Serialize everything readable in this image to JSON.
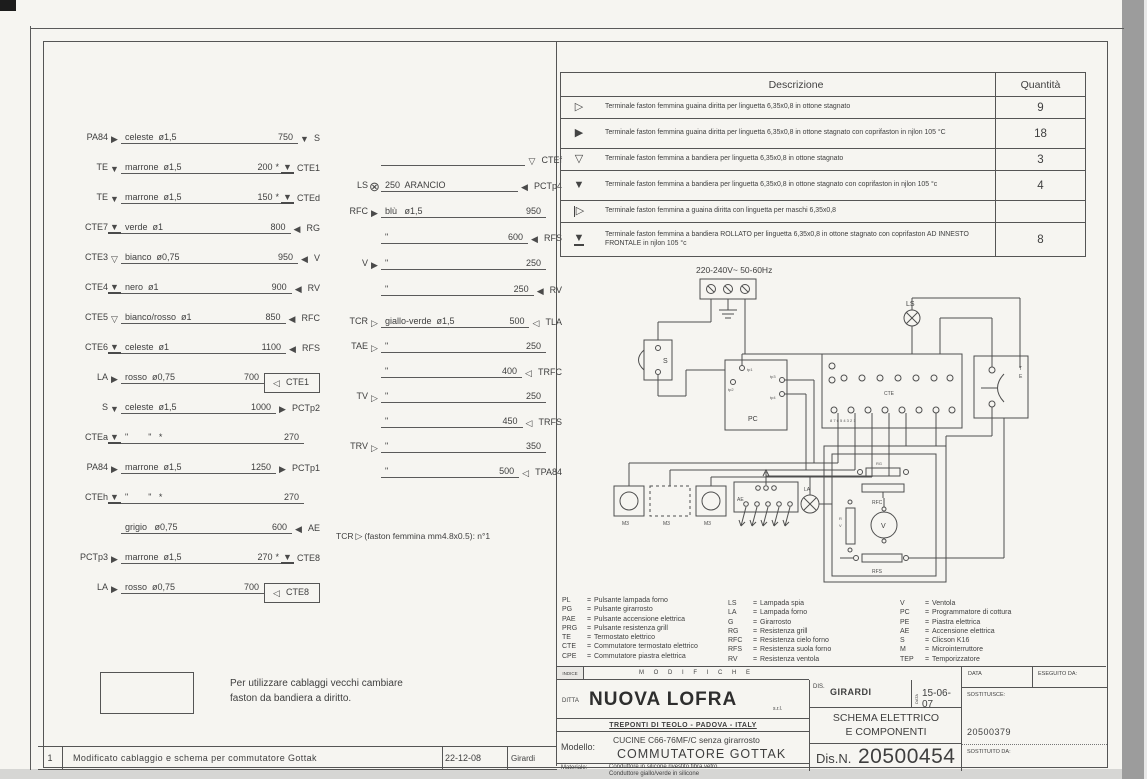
{
  "parts_table": {
    "desc_header": "Descrizione",
    "qty_header": "Quantità",
    "rows": [
      {
        "sym": "▷",
        "cls": "",
        "desc": "Terminale faston femmina guaina diritta per linguetta 6,35x0,8 in ottone stagnato",
        "qty": "9",
        "rcls": "r1"
      },
      {
        "sym": "▶",
        "cls": "",
        "desc": "Terminale faston femmina guaina diritta per linguetta 6,35x0,8 in ottone stagnato con coprifaston in njlon 105 °C",
        "qty": "18",
        "rcls": "r2"
      },
      {
        "sym": "▽",
        "cls": "",
        "desc": "Terminale faston femmina a bandiera per linguetta 6,35x0,8 in ottone stagnato",
        "qty": "3",
        "rcls": "r3"
      },
      {
        "sym": "▼",
        "cls": "",
        "desc": "Terminale faston femmina a bandiera per linguetta 6,35x0,8 in ottone stagnato con coprifaston in njlon 105 °c",
        "qty": "4",
        "rcls": "r4"
      },
      {
        "sym": "▷",
        "cls": "bar",
        "desc": "Terminale faston femmina a guaina diritta con linguetta per maschi 6,35x0,8",
        "qty": "",
        "rcls": "r5"
      },
      {
        "sym": "▼",
        "cls": "fr",
        "desc": "Terminale faston femmina a bandiera ROLLATO per linguetta 6,35x0,8 in ottone stagnato con coprifaston AD INNESTO FRONTALE in njlon 105 °c",
        "qty": "8",
        "rcls": "r6"
      }
    ]
  },
  "wires_left": [
    {
      "left": "PA84",
      "lsym": "▶",
      "mid": "celeste  ø1,5",
      "len": "750",
      "rsym": "▼",
      "right": "S"
    },
    {
      "left": "TE",
      "lsym": "▼",
      "mid": "marrone  ø1,5",
      "len": "200",
      "star": "*",
      "rsym": "▼",
      "rcls": "fr",
      "right": "CTE1"
    },
    {
      "left": "TE",
      "lsym": "▼",
      "mid": "marrone  ø1,5",
      "len": "150",
      "star": "*",
      "rsym": "▼",
      "rcls": "fr",
      "right": "CTEd"
    },
    {
      "left": "CTE7",
      "lsym": "▼",
      "lcls": "fr",
      "mid": "verde  ø1",
      "len": "800",
      "rsym": "◀",
      "right": "RG"
    },
    {
      "left": "CTE3",
      "lsym": "▽",
      "mid": "bianco  ø0,75",
      "len": "950",
      "rsym": "◀",
      "right": "V"
    },
    {
      "left": "CTE4",
      "lsym": "▼",
      "lcls": "fr",
      "mid": "nero  ø1",
      "len": "900",
      "rsym": "◀",
      "right": "RV"
    },
    {
      "left": "CTE5",
      "lsym": "▽",
      "mid": "bianco/rosso  ø1",
      "len": "850",
      "rsym": "◀",
      "right": "RFC"
    },
    {
      "left": "CTE6",
      "lsym": "▼",
      "lcls": "fr",
      "mid": "celeste  ø1",
      "len": "1100",
      "rsym": "◀",
      "right": "RFS"
    },
    {
      "left": "LA",
      "lsym": "▶",
      "mid": "rosso  ø0,75",
      "len": "700",
      "rsym": "◁",
      "right": "CTE1",
      "rbox": "boxed"
    },
    {
      "left": "S",
      "lsym": "▼",
      "mid": "celeste  ø1,5",
      "len": "1000",
      "rsym": "▶",
      "right": "PCTp2"
    },
    {
      "left": "CTEa",
      "lsym": "▼",
      "lcls": "fr",
      "mid": "\"        \"   *",
      "len": "270"
    },
    {
      "left": "PA84",
      "lsym": "▶",
      "mid": "marrone  ø1,5",
      "len": "1250",
      "rsym": "▶",
      "right": "PCTp1"
    },
    {
      "left": "CTEh",
      "lsym": "▼",
      "lcls": "fr",
      "mid": "\"        \"   *",
      "len": "270"
    },
    {
      "left": "",
      "lsym": "",
      "mid": "grigio   ø0,75",
      "len": "600",
      "rsym": "◀",
      "right": "AE"
    },
    {
      "left": "PCTp3",
      "lsym": "▶",
      "mid": "marrone  ø1,5",
      "len": "270",
      "star": "*",
      "rsym": "▼",
      "rcls": "fr",
      "right": "CTE8"
    },
    {
      "left": "LA",
      "lsym": "▶",
      "mid": "rosso  ø0,75",
      "len": "700",
      "rsym": "◁",
      "right": "CTE8",
      "rbox": "boxed"
    }
  ],
  "wires_mid_a": [
    {
      "left": "",
      "lsym": "",
      "mid": "",
      "len": "",
      "rsym": "▽",
      "right": "CTEf"
    },
    {
      "left": "LS",
      "lsym": "⊗",
      "lcls": "lamp",
      "mid": "250  ARANCIO",
      "rsym": "◀",
      "right": "PCTp4"
    },
    {
      "left": "RFC",
      "lsym": "▶",
      "mid": "blù   ø1,5",
      "len": "950"
    },
    {
      "mid": "\"",
      "len": "600",
      "rsym": "◀",
      "right": "RFS"
    },
    {
      "left": "V",
      "lsym": "▶",
      "mid": "\"",
      "len": "250"
    },
    {
      "mid": "\"",
      "len": "250",
      "rsym": "◀",
      "right": "RV"
    }
  ],
  "wires_mid_b": [
    {
      "left": "TCR",
      "lsym": "▷",
      "mid": "giallo-verde  ø1,5",
      "len": "500",
      "rsym": "◁",
      "right": "TLA"
    },
    {
      "left": "TAE",
      "lsym": "▷",
      "mid": "\"",
      "len": "250"
    },
    {
      "mid": "\"",
      "len": "400",
      "rsym": "◁",
      "right": "TRFC"
    },
    {
      "left": "TV",
      "lsym": "▷",
      "mid": "\"",
      "len": "250"
    },
    {
      "mid": "\"",
      "len": "450",
      "rsym": "◁",
      "right": "TRFS"
    },
    {
      "left": "TRV",
      "lsym": "▷",
      "mid": "\"",
      "len": "350"
    },
    {
      "mid": "\"",
      "len": "500",
      "rsym": "◁",
      "right": "TPA84"
    }
  ],
  "tcr_note": {
    "label": "TCR",
    "sym": "▷",
    "text": "(faston femmina mm4.8x0.5): n°1"
  },
  "old_note": {
    "line1": "Per utilizzare cablaggi vecchi cambiare",
    "line2": "faston da bandiera a diritto."
  },
  "legend": {
    "col1": [
      {
        "a": "PL",
        "d": "Pulsante lampada forno"
      },
      {
        "a": "PG",
        "d": "Pulsante girarrosto"
      },
      {
        "a": "PAE",
        "d": "Pulsante accensione elettrica"
      },
      {
        "a": "PRG",
        "d": "Pulsante resistenza grill"
      },
      {
        "a": "TE",
        "d": "Termostato elettrico"
      },
      {
        "a": "CTE",
        "d": "Commutatore termostato elettrico"
      },
      {
        "a": "CPE",
        "d": "Commutatore piastra elettrica"
      }
    ],
    "col2": [
      {
        "a": "LS",
        "d": "Lampada spia"
      },
      {
        "a": "LA",
        "d": "Lampada forno"
      },
      {
        "a": "G",
        "d": "Girarrosto"
      },
      {
        "a": "RG",
        "d": "Resistenza grill"
      },
      {
        "a": "RFC",
        "d": "Resistenza cielo forno"
      },
      {
        "a": "RFS",
        "d": "Resistenza suola forno"
      },
      {
        "a": "RV",
        "d": "Resistenza ventola"
      }
    ],
    "col3": [
      {
        "a": "V",
        "d": "Ventola"
      },
      {
        "a": "PC",
        "d": "Programmatore di cottura"
      },
      {
        "a": "PE",
        "d": "Piastra elettrica"
      },
      {
        "a": "AE",
        "d": "Accensione elettrica"
      },
      {
        "a": "S",
        "d": "Clicson K16"
      },
      {
        "a": "M",
        "d": "Microinterruttore"
      },
      {
        "a": "TEP",
        "d": "Temporizzatore"
      }
    ]
  },
  "title_block": {
    "indice": "INDICE",
    "modifiche": "M O D I F I C H E",
    "ditta_label": "DITTA",
    "company": "NUOVA LOFRA",
    "srl": "s.r.l.",
    "address": "TREPONTI DI TEOLO   -   PADOVA   -   ITALY",
    "modello_label": "Modello:",
    "modello_line1": "CUCINE C66-76MF/C senza girarrosto",
    "modello_line2": "COMMUTATORE  GOTTAK",
    "materiale_label": "Materiale:",
    "materiale_line1": "Conduttore in silicone rivestito fibra vetro",
    "materiale_line2": "Conduttore giallo/verde in silicone",
    "dis_label": "DIS.",
    "dis_name": "GIRARDI",
    "data_vert": "DATA",
    "date": "15-06-07",
    "doc_title_1": "SCHEMA  ELETTRICO",
    "doc_title_2": "E  COMPONENTI",
    "disn_label": "Dis.N.",
    "disn_value": "20500454",
    "data_label": "DATA",
    "eseguito_label": "ESEGUITO DA:",
    "sostituisce_label": "SOSTITUISCE:",
    "sostituisce_value": "20500379",
    "sostituito_label": "SOSTITUITO DA:"
  },
  "revision": {
    "num": "1",
    "text": "Modificato cablaggio e schema per commutatore Gottak",
    "date": "22-12-08",
    "name": "Girardi"
  },
  "circuit": {
    "supply": "220-240V~ 50-60Hz",
    "s": "S",
    "pc": "PC",
    "tp1": "tp1",
    "tp2": "tp2",
    "tp3": "tp3",
    "tp4": "tp4",
    "ls": "LS",
    "cte": "CTE",
    "te": "TE",
    "m3": "M3",
    "ae": "AE",
    "la": "LA",
    "rg": "RG",
    "rfc": "RFC",
    "rv": "RV",
    "v": "V",
    "rfs": "RFS",
    "cte_numbers": "8     7     6     5     4     3     2     1"
  }
}
